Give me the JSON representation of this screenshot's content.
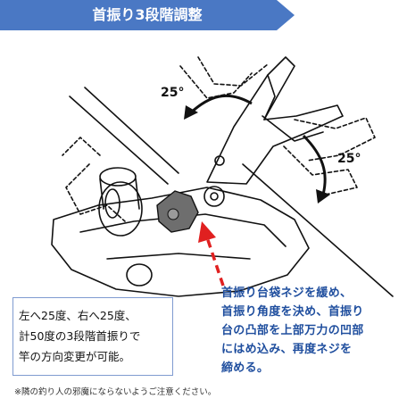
{
  "banner": {
    "title": "首振り3段階調整",
    "color": "#4a78c4"
  },
  "illustration": {
    "angle_left": "25°",
    "angle_right": "25°",
    "arrow_color": "#e02020",
    "knob_color": "#6e6e6e"
  },
  "instructions": {
    "lines": [
      "首振り台袋ネジを緩め、",
      "首振り角度を決め、首振り",
      "台の凸部を上部万力の凹部",
      "にはめ込み、再度ネジを",
      "締める。"
    ]
  },
  "infobox": {
    "lines": [
      "左へ25度、右へ25度、",
      "計50度の3段階首振りで",
      "竿の方向変更が可能。"
    ]
  },
  "footnote": "※隣の釣り人の邪魔にならないようご注意ください。"
}
